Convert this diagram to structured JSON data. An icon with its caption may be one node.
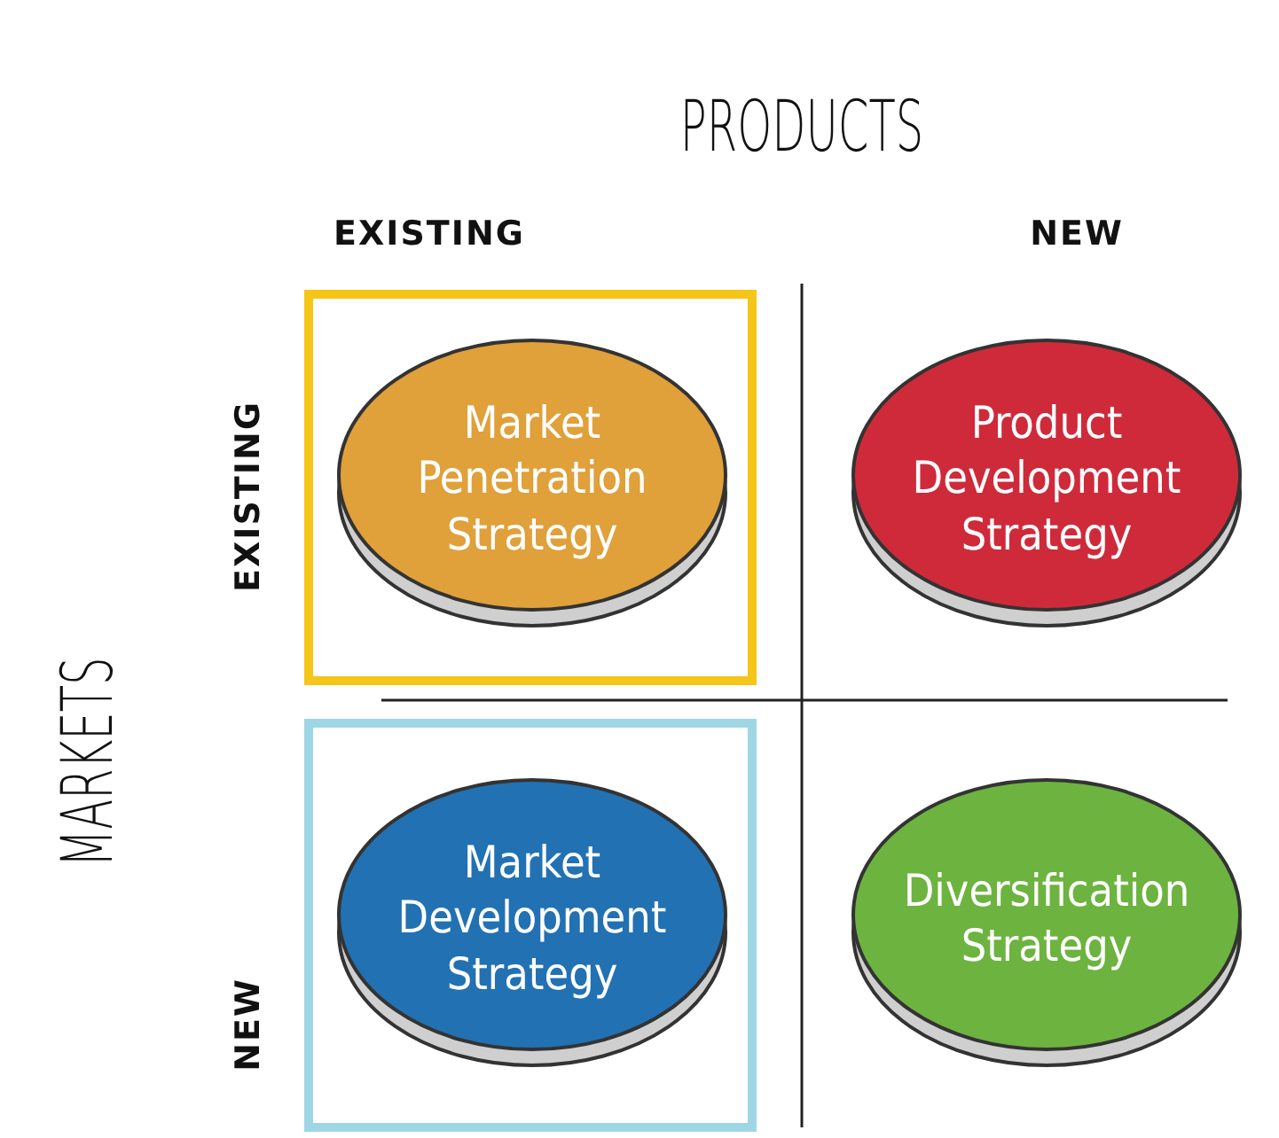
{
  "diagram": {
    "nodes": [
      {
        "text": [
          "Market Penetration Strategy"
        ]
      },
      {
        "text": [
          "Product Development Strategy"
        ]
      },
      {
        "text": [
          "Market Development Strategy"
        ]
      },
      {
        "text": [
          "Diversification Strategy"
        ]
      }
    ],
    "labels": [
      "PRODUCTS",
      "EXISTING",
      "NEW",
      "MARKETS",
      "EXISTING",
      "NEW"
    ]
  }
}
